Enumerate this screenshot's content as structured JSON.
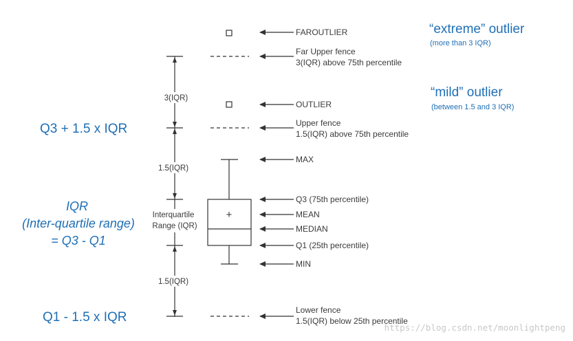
{
  "colors": {
    "line": "#333333",
    "text": "#3a3a3a",
    "accent_blue": "#1f6fb5",
    "watermark": "#c8c8c8"
  },
  "right_labels": {
    "faroutlier": "FAROUTLIER",
    "far_upper_fence_1": "Far Upper fence",
    "far_upper_fence_2": "3(IQR) above 75th percentile",
    "outlier": "OUTLIER",
    "upper_fence_1": "Upper fence",
    "upper_fence_2": "1.5(IQR) above 75th percentile",
    "max": "MAX",
    "q3": "Q3 (75th percentile)",
    "mean": "MEAN",
    "median": "MEDIAN",
    "q1": "Q1 (25th percentile)",
    "min": "MIN",
    "lower_fence_1": "Lower fence",
    "lower_fence_2": "1.5(IQR) below 25th percentile"
  },
  "dimensions": {
    "three_iqr": "3(IQR)",
    "upper_one_five_iqr": "1.5(IQR)",
    "interquartile_1": "Interquartile",
    "interquartile_2": "Range (IQR)",
    "lower_one_five_iqr": "1.5(IQR)"
  },
  "annotations": {
    "extreme_title": "“extreme” outlier",
    "extreme_sub": "(more than 3 IQR)",
    "mild_title": "“mild” outlier",
    "mild_sub": "(between 1.5 and 3 IQR)",
    "q3_formula": "Q3 + 1.5 x IQR",
    "iqr_line1": "IQR",
    "iqr_line2": "(Inter-quartile range)",
    "iqr_line3": "= Q3 - Q1",
    "q1_formula": "Q1 - 1.5 x IQR"
  },
  "mean_marker": "+",
  "watermark": "https://blog.csdn.net/moonlightpeng"
}
